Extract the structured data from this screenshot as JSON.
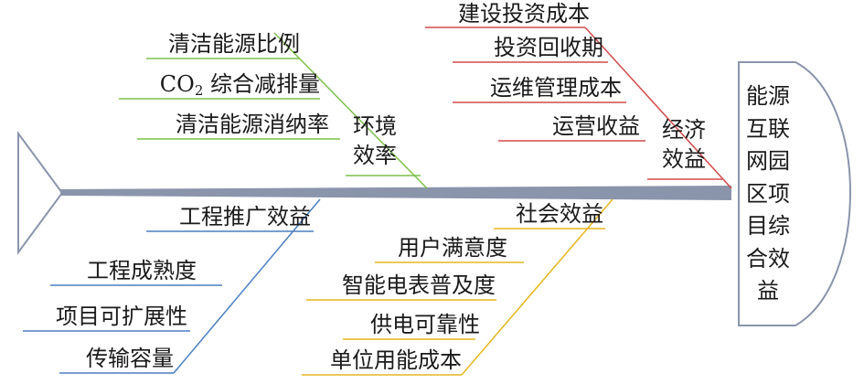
{
  "head": {
    "title": "能源互联网园区项目综合效益"
  },
  "categories": {
    "environment": "环境效率",
    "economic": "经济效益",
    "engineering": "工程推广效益",
    "social": "社会效益"
  },
  "causes": {
    "environment": [
      "清洁能源比例",
      "综合减排量",
      "清洁能源消纳率"
    ],
    "environment_co2_prefix": "CO",
    "environment_co2_sub": "2",
    "economic": [
      "建设投资成本",
      "投资回收期",
      "运维管理成本",
      "运营收益"
    ],
    "engineering": [
      "工程成熟度",
      "项目可扩展性",
      "传输容量"
    ],
    "social": [
      "用户满意度",
      "智能电表普及度",
      "供电可靠性",
      "单位用能成本"
    ]
  },
  "colors": {
    "spine": "#8a94ab",
    "environment": "#7cc04a",
    "economic": "#d24a4a",
    "engineering": "#4a7fc2",
    "social": "#e6b51e",
    "outline": "#8a94ab"
  }
}
